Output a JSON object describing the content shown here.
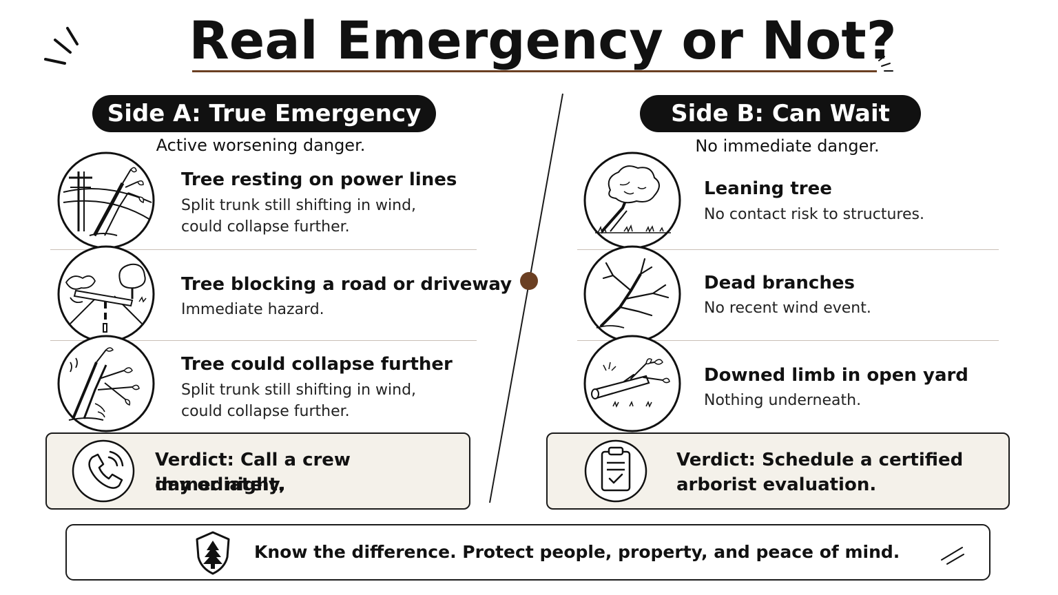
{
  "title": "Real Emergency or Not?",
  "colors": {
    "accent_brown": "#6b3f22",
    "pill_bg": "#111111",
    "verdict_bg": "#f4f1ea",
    "divider": "#c9bfb6"
  },
  "side_a": {
    "label": "Side A: True Emergency",
    "subtitle": "Active worsening danger.",
    "items": [
      {
        "icon": "tree-on-power-lines-icon",
        "title": "Tree resting on power lines",
        "desc1": "Split trunk still shifting in wind,",
        "desc2": "could collapse further."
      },
      {
        "icon": "tree-blocking-road-icon",
        "title": "Tree blocking a road or driveway",
        "desc1": "Immediate hazard.",
        "desc2": ""
      },
      {
        "icon": "split-tree-icon",
        "title": "Tree could collapse further",
        "desc1": "Split trunk still shifting in wind,",
        "desc2": "could collapse further."
      }
    ],
    "verdict_icon": "phone-icon",
    "verdict_line1": "Verdict: Call a crew immediately,",
    "verdict_line2": "day or night."
  },
  "side_b": {
    "label": "Side B: Can Wait",
    "subtitle": "No immediate danger.",
    "items": [
      {
        "icon": "leaning-tree-icon",
        "title": "Leaning tree",
        "desc1": "No contact risk to structures.",
        "desc2": ""
      },
      {
        "icon": "dead-branches-icon",
        "title": "Dead branches",
        "desc1": "No recent wind event.",
        "desc2": ""
      },
      {
        "icon": "downed-limb-icon",
        "title": "Downed limb in open yard",
        "desc1": "Nothing underneath.",
        "desc2": ""
      }
    ],
    "verdict_icon": "clipboard-check-icon",
    "verdict_line1": "Verdict: Schedule a certified",
    "verdict_line2": "arborist evaluation."
  },
  "footer": {
    "icon": "shield-tree-icon",
    "text": "Know the difference. Protect people, property, and peace of mind."
  }
}
